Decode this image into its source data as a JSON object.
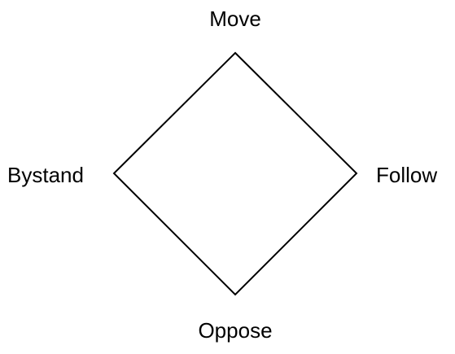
{
  "diagram": {
    "nodes": {
      "top": "Move",
      "left": "Bystand",
      "right": "Follow",
      "bottom": "Oppose"
    },
    "colors": {
      "stroke": "#000000",
      "background": "#ffffff"
    }
  }
}
